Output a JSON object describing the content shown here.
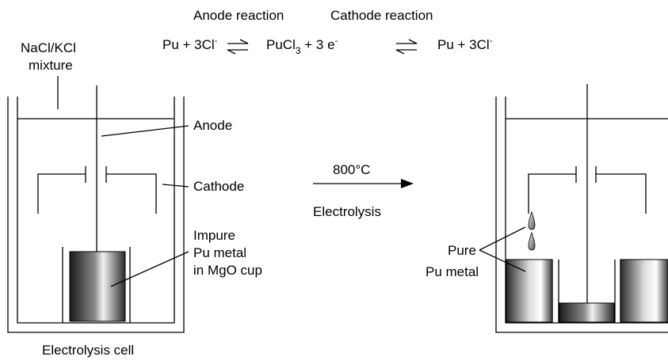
{
  "reactions": {
    "anode_header": "Anode reaction",
    "cathode_header": "Cathode reaction",
    "equation": {
      "left_main": "Pu + 3Cl",
      "left_sup": "-",
      "mid_a": "PuCl",
      "mid_sub": "3",
      "mid_b": " + 3 e",
      "mid_sup": "-",
      "right_main": "Pu + 3Cl",
      "right_sup": "-"
    }
  },
  "left_cell": {
    "mixture_line1": "NaCl/KCl",
    "mixture_line2": "mixture",
    "anode_label": "Anode",
    "cathode_label": "Cathode",
    "impure_line1": "Impure",
    "impure_line2": "Pu metal",
    "impure_line3": "in MgO cup",
    "caption": "Electrolysis cell"
  },
  "process": {
    "temperature": "800°C",
    "method": "Electrolysis"
  },
  "right_cell": {
    "pure_line1": "Pure",
    "pure_line2": "Pu metal"
  }
}
